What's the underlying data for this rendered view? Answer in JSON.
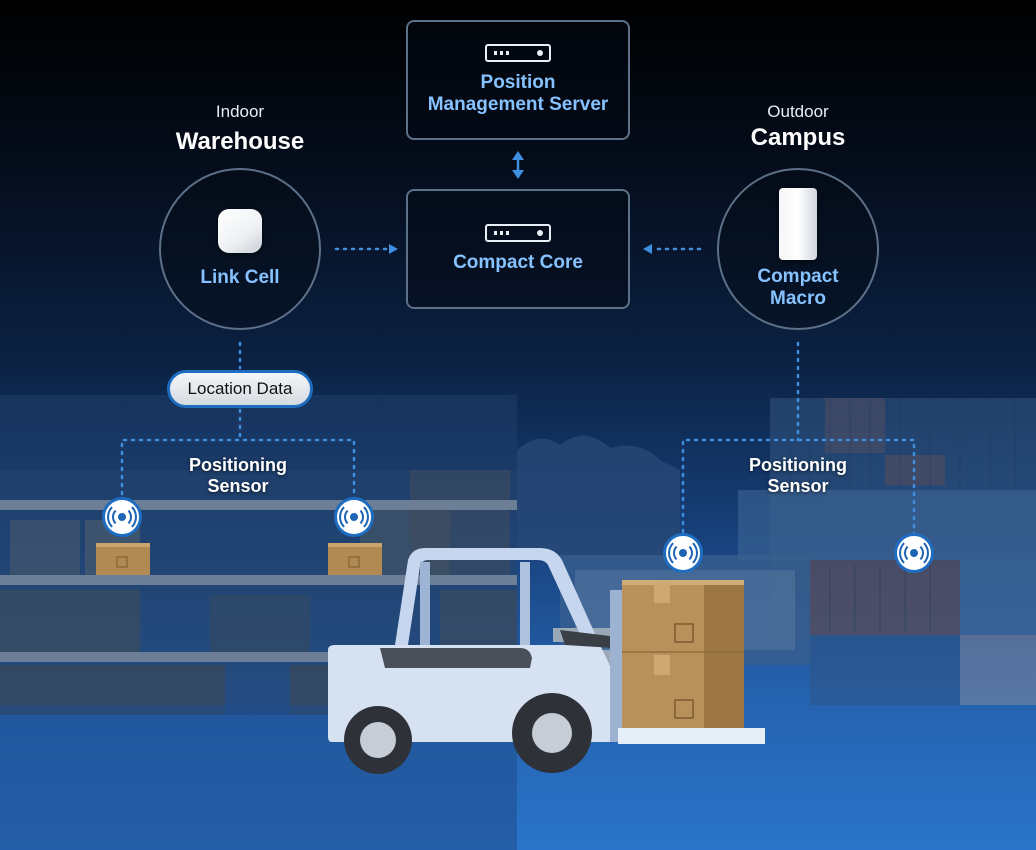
{
  "indoor": {
    "sub": "Indoor",
    "title": "Warehouse",
    "device_label": "Link Cell",
    "location_data": "Location Data",
    "sensor_label": "Positioning\nSensor"
  },
  "outdoor": {
    "sub": "Outdoor",
    "title": "Campus",
    "device_label": "Compact\nMacro",
    "sensor_label": "Positioning\nSensor"
  },
  "core": {
    "server_label": "Position\nManagement Server",
    "core_label": "Compact Core"
  },
  "colors": {
    "accent": "#86c2ff",
    "connector": "#3e8fe0",
    "badge_border": "#1e6dc0",
    "node_border": "#5c7088"
  },
  "icons": [
    "server-icon",
    "link-cell-device-icon",
    "compact-macro-device-icon",
    "positioning-sensor-icon",
    "bidirectional-arrow-icon"
  ]
}
